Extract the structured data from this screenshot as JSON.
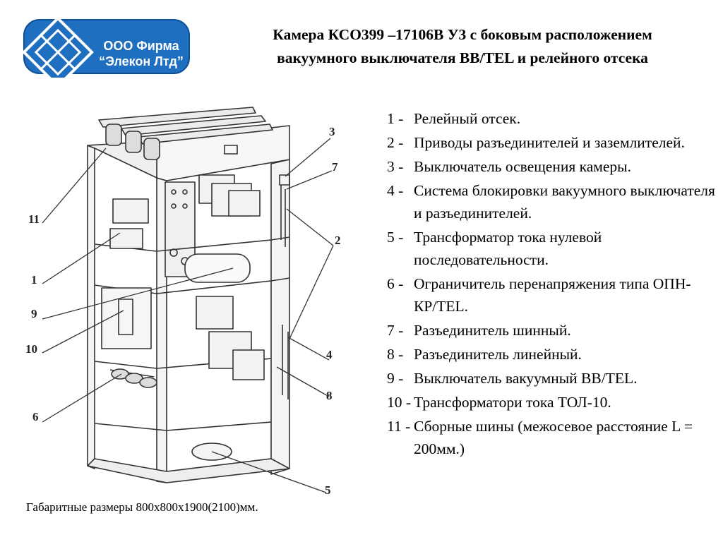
{
  "logo": {
    "line1": "ООО Фирма",
    "line2": "“Элекон Лтд”"
  },
  "title": {
    "line1": "Камера КСО399 –17106В У3 с боковым расположением",
    "line2": "вакуумного выключателя ВВ/TEL и релейного отсека"
  },
  "legend": [
    {
      "num": "1 -",
      "text": "Релейный отсек."
    },
    {
      "num": "2 -",
      "text": "Приводы разъединителей и заземлителей."
    },
    {
      "num": "3 -",
      "text": "Выключатель освещения камеры."
    },
    {
      "num": "4 -",
      "text": "Система блокировки вакуумного выключателя и разъединителей."
    },
    {
      "num": "5 -",
      "text": "Трансформатор тока нулевой последовательности."
    },
    {
      "num": "6 -",
      "text": "Ограничитель перенапряжения типа ОПН-КР/TEL."
    },
    {
      "num": "7 -",
      "text": "Разъединитель шинный."
    },
    {
      "num": "8 -",
      "text": " Разъединитель линейный."
    },
    {
      "num": "9 -",
      "text": "Выключатель вакуумный ВВ/TEL."
    },
    {
      "num": "10 -",
      "text": "Трансформатори тока ТОЛ-10."
    },
    {
      "num": "11 -",
      "text": "Сборные шины (межосевое расстояние L = 200мм.)"
    }
  ],
  "callouts": [
    "1",
    "2",
    "3",
    "4",
    "5",
    "6",
    "7",
    "8",
    "9",
    "10",
    "11"
  ],
  "caption": "Габаритные размеры 800х800х1900(2100)мм.",
  "colors": {
    "logo_blue": "#1f6fc0",
    "logo_dark": "#0d4f96",
    "text": "#000000"
  }
}
